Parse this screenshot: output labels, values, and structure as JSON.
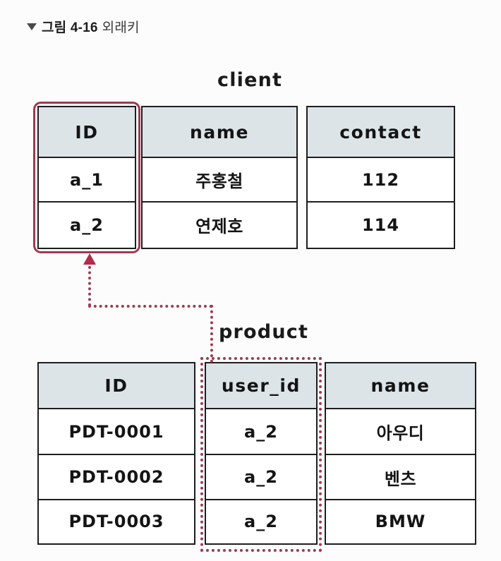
{
  "figure": {
    "marker": "▼",
    "label": "그림 4-16",
    "text": "외래키"
  },
  "colors": {
    "page_background": "#fcfcfc",
    "header_fill": "#dde4e8",
    "table_border": "#1e1e1e",
    "highlight": "#9e3a52",
    "arrow": "#b5294a"
  },
  "client_table": {
    "title": "client",
    "columns": [
      {
        "header": "ID",
        "highlight": "solid-rounded",
        "cells": [
          "a_1",
          "a_2"
        ]
      },
      {
        "header": "name",
        "cells": [
          "주홍철",
          "연제호"
        ]
      },
      {
        "header": "contact",
        "cells": [
          "112",
          "114"
        ]
      }
    ]
  },
  "product_table": {
    "title": "product",
    "columns": [
      {
        "header": "ID",
        "cells": [
          "PDT-0001",
          "PDT-0002",
          "PDT-0003"
        ]
      },
      {
        "header": "user_id",
        "highlight": "dotted",
        "cells": [
          "a_2",
          "a_2",
          "a_2"
        ]
      },
      {
        "header": "name",
        "cells": [
          "아우디",
          "벤츠",
          "BMW"
        ]
      }
    ]
  },
  "connector": {
    "from": "product.user_id",
    "to": "client.ID",
    "style": "dotted",
    "arrowhead": "triangle-up"
  }
}
